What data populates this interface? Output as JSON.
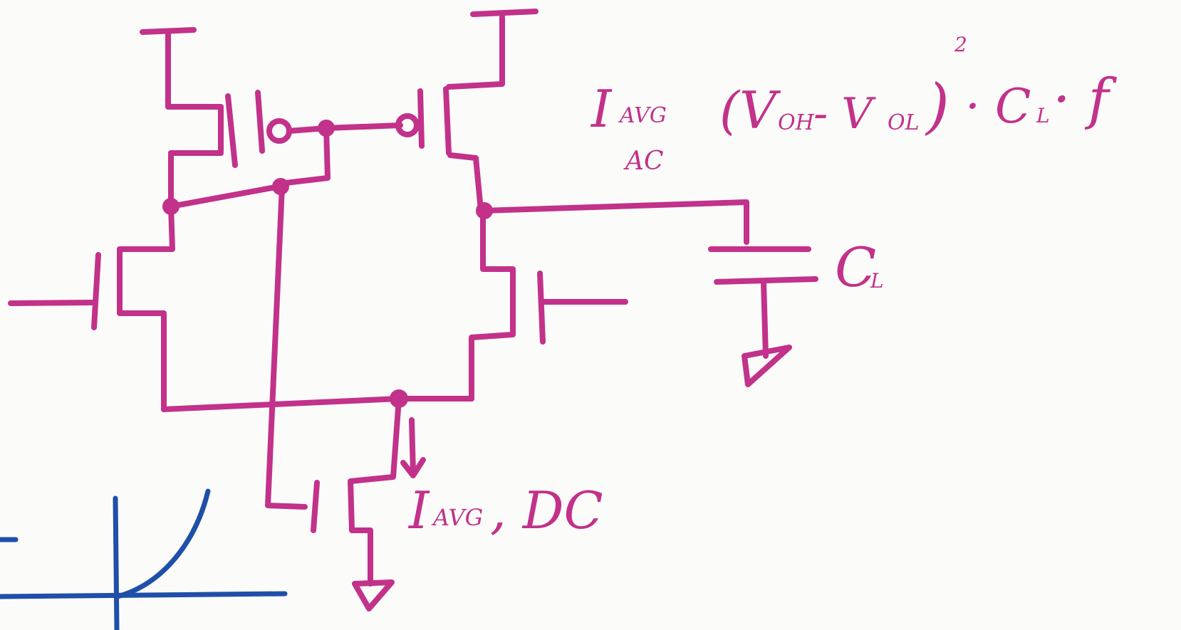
{
  "colors": {
    "paper": "#fbfbf9",
    "circuit_ink": "#c2318a",
    "graph_ink": "#1f4fa8"
  },
  "labels": {
    "formula_lhs": "I",
    "formula_sub_top": "AVG",
    "formula_sub_bottom": "AC",
    "formula_rhs": "(V",
    "voh_sub": "OH",
    "minus": " - V",
    "vol_sub": "OL",
    "close_paren": ")",
    "power": "2",
    "cl_term": "· C",
    "cl_sub": "L",
    "f_term": " · f",
    "cap_label": "C",
    "cap_sub": "L",
    "dc_current": "I",
    "dc_sub": "AVG",
    "dc_tail": ", DC"
  }
}
